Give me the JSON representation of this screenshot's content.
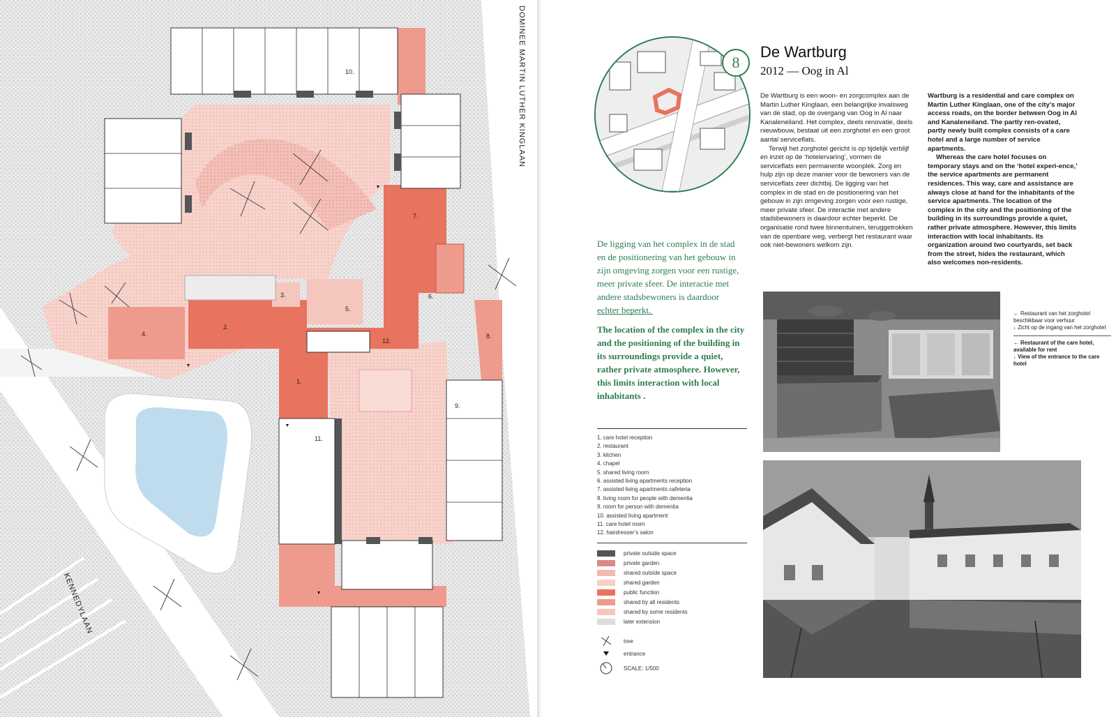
{
  "map": {
    "road_right": "DOMINEE MARTIN LUTHER KINGLAAN",
    "road_left": "KENNEDYLAAN",
    "room_labels": [
      "1.",
      "2.",
      "3.",
      "4.",
      "5.",
      "6.",
      "7.",
      "8.",
      "9.",
      "10.",
      "11.",
      "12."
    ]
  },
  "header": {
    "number": "8",
    "title": "De Wartburg",
    "subtitle": "2012 — Oog in Al"
  },
  "body_nl": {
    "p1": "De Wartburg is een woon- en zorgcomplex aan de Martin Luther Kinglaan, een belangrijke invalsweg van de stad, op de overgang van Oog in Al naar Kanaleneiland. Het complex, deels renovatie, deels nieuwbouw, bestaat uit een zorghotel en een groot aantal serviceflats.",
    "p2": "Terwijl het zorghotel gericht is op tijdelijk verblijf en inzet op de ‘hotelervaring’, vormen de serviceflats een permanente woonplek. Zorg en hulp zijn op deze manier voor de bewoners van de serviceflats zeer dichtbij. De ligging van het complex in de stad en de positionering van het gebouw in zijn omgeving zorgen voor een rustige, meer private sfeer. De interactie met andere stadsbewoners is daardoor echter beperkt. De organisatie rond twee binnentuinen, teruggetrokken van de openbare weg, verbergt het restaurant waar ook niet-bewoners welkom zijn."
  },
  "body_en": {
    "p1": "Wartburg is a residential and care complex on Martin Luther Kinglaan, one of the city’s major access roads, on the border between Oog in Al and Kanaleneiland. The partly ren-ovated, partly newly built complex consists of a care hotel and a large number of service apartments.",
    "p2": "Whereas the care hotel focuses on temporary stays and on the ‘hotel experi-ence,’ the service apartments are permanent residences. This way, care and assistance are always close at hand for the inhabitants of the service apartments. The location of the complex in the city and the positioning of the building in its surroundings provide a quiet, rather private atmosphere. However, this limits interaction with local inhabitants. Its organization around two courtyards, set back from the street, hides the restaurant, which also welcomes non-residents."
  },
  "pull_quote": {
    "nl": "De ligging van het complex in de stad en de positionering van het gebouw in zijn omgeving zorgen voor een rustige, meer private sfeer. De interactie met andere stadsbewoners is daardoor echter beperkt.",
    "en": "The location of the complex in the city and the positioning of the building in its surroundings provide a quiet, rather private atmosphere. However, this limits interaction with local inhabitants ."
  },
  "legend": {
    "rooms": [
      "1. care hotel reception",
      "2. restaurant",
      "3. kitchen",
      "4. chapel",
      "5. shared living room",
      "6. assisted living apartments reception",
      "7. assisted living apartments cafeteria",
      "8. living room for people with dementia",
      "9. room for person with dementia",
      "10. assisted living apartment",
      "11. care hotel room",
      "12. hairdresser’s salon"
    ],
    "spaces": [
      {
        "label": "private outside space",
        "color": "#555555"
      },
      {
        "label": "private garden",
        "color": "#d98a86"
      },
      {
        "label": "shared outside space",
        "color": "#f2b8b2"
      },
      {
        "label": "shared garden",
        "color": "#f5cfc8"
      },
      {
        "label": "public function",
        "color": "#e8735f"
      },
      {
        "label": "shared by all residents",
        "color": "#ee9a8c"
      },
      {
        "label": "shared by some residents",
        "color": "#f5c6be"
      },
      {
        "label": "later extension",
        "color": "#dddddd"
      }
    ],
    "tree": "tree",
    "entrance": "entrance",
    "scale": "SCALE: 1/500"
  },
  "captions": {
    "nl1": "← Restaurant van het zorghotel beschikbaar voor verhuur",
    "nl2": "↓ Zicht op de ingang van het zorghotel",
    "en1": "← Restaurant of the care hotel, available for rent",
    "en2": "↓ View of the entrance to the care hotel"
  },
  "colors": {
    "accent_green": "#2e7d4f",
    "public_function": "#e8735f",
    "shared_all": "#ee9a8c",
    "shared_some": "#f5c6be",
    "garden": "#f5cfc8",
    "water": "#bfdcef"
  }
}
